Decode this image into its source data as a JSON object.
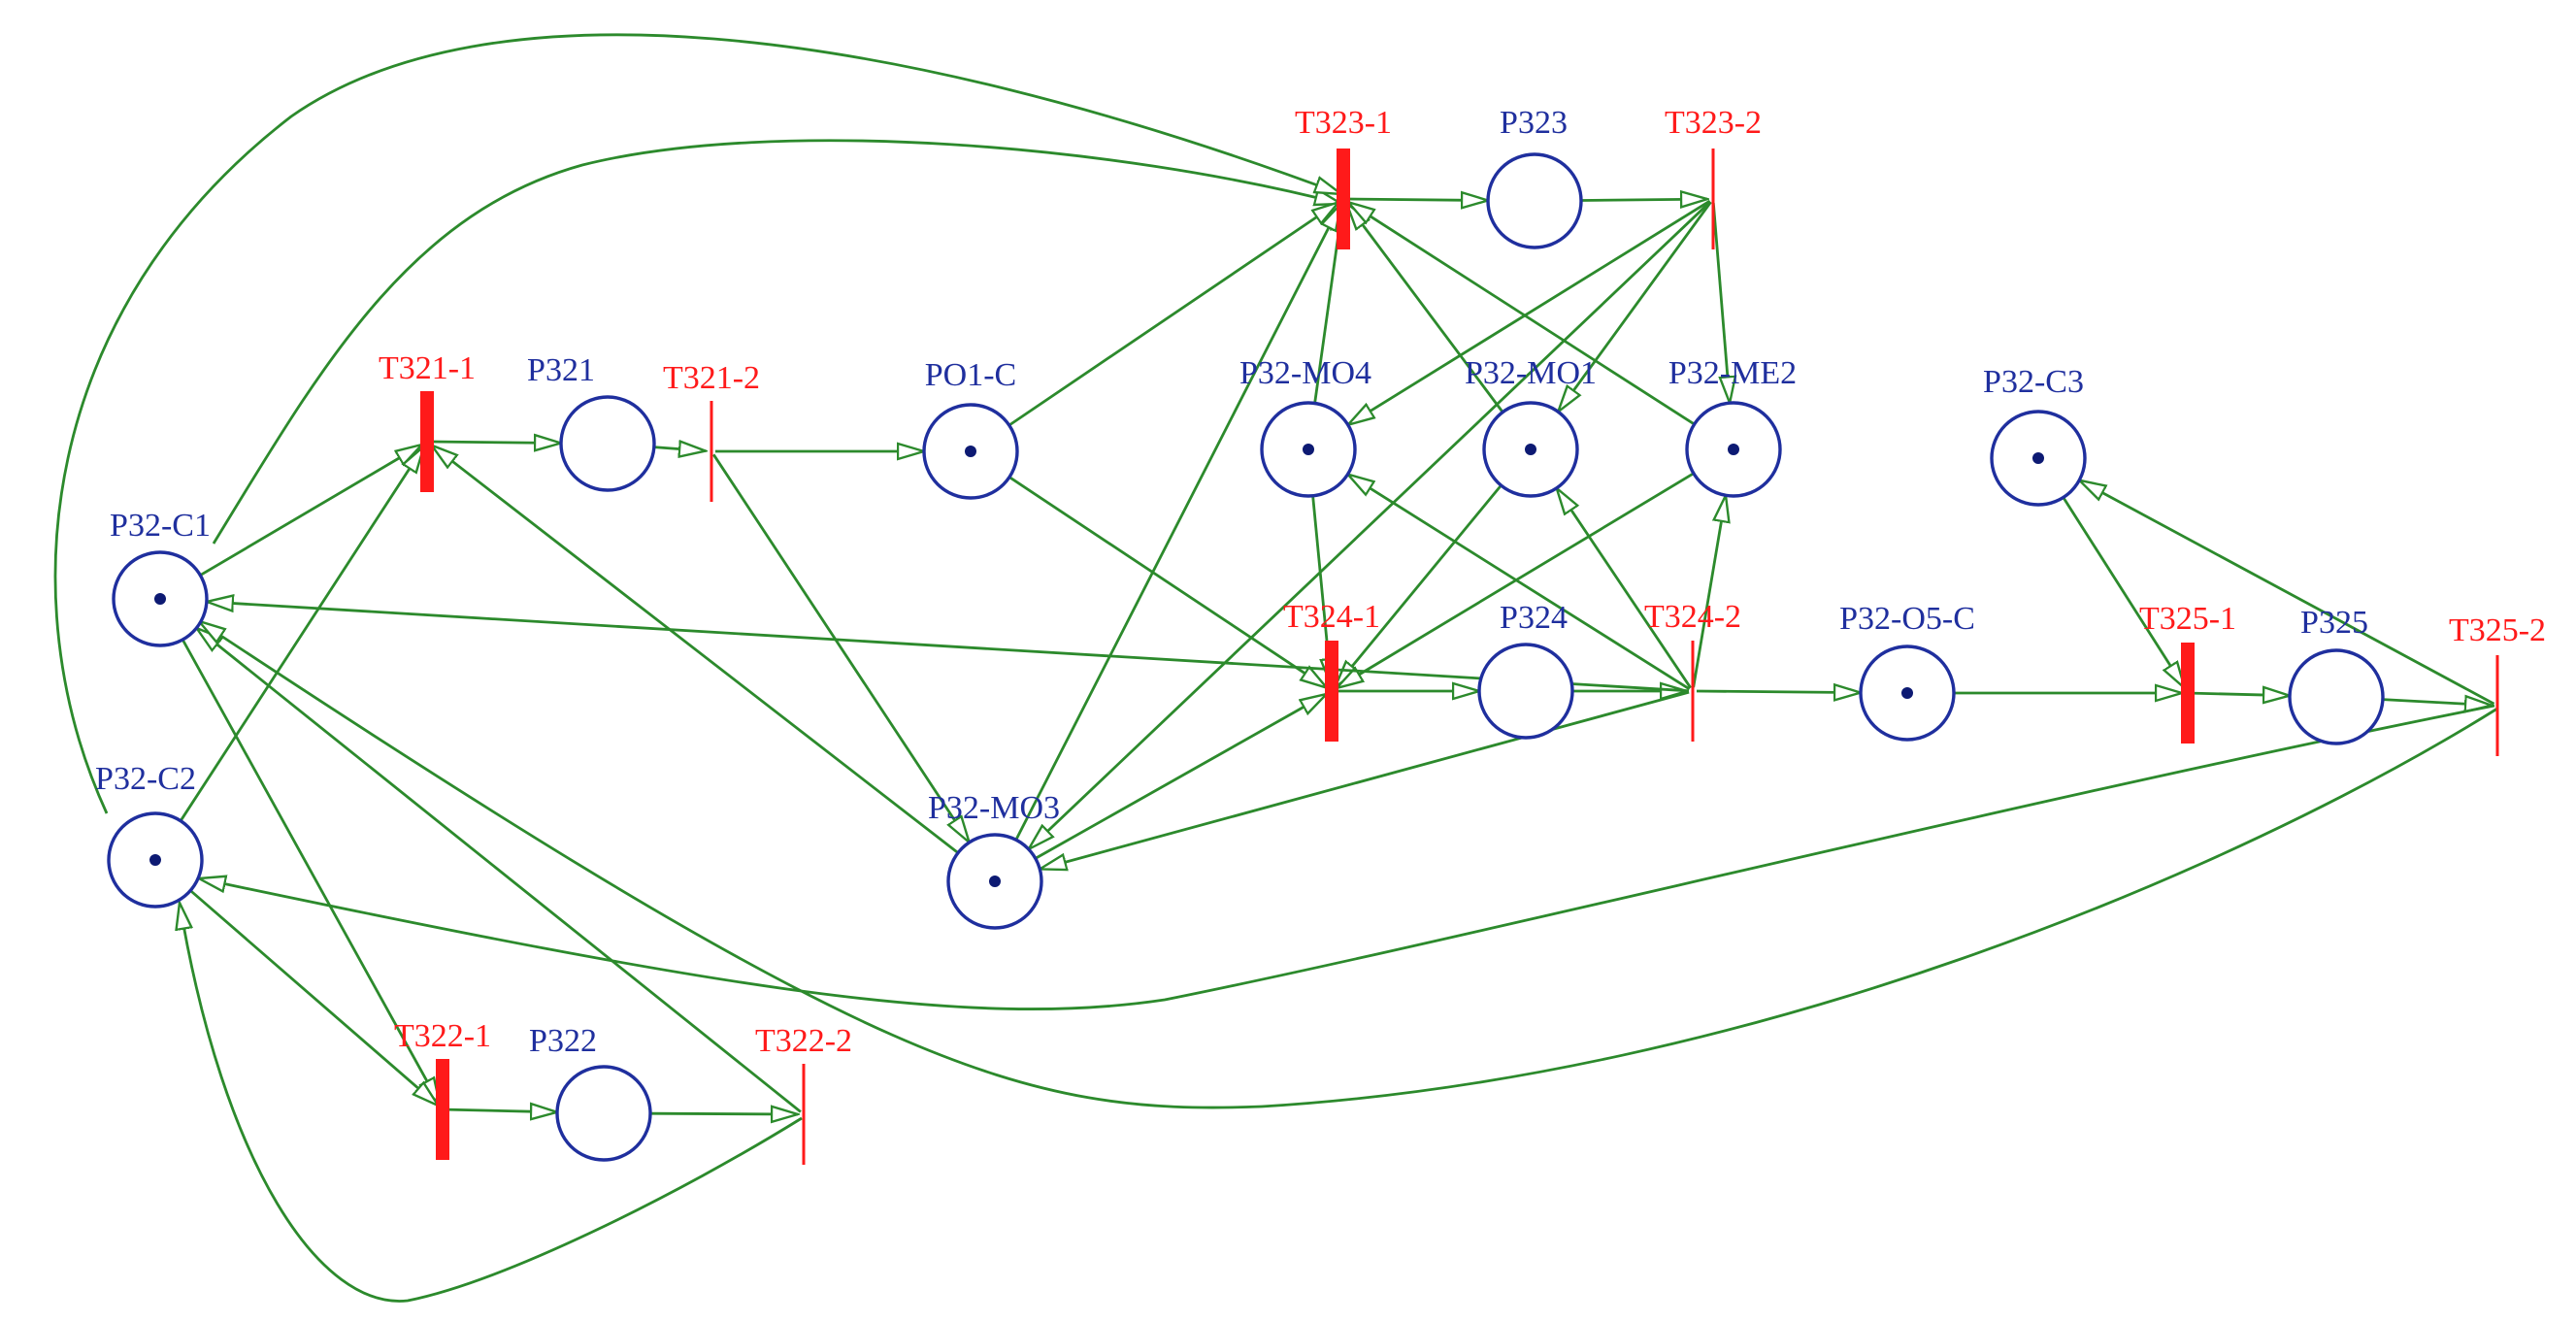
{
  "colors": {
    "place_stroke": "#1f2f9e",
    "token": "#0d1a73",
    "place_label": "#1f2f9e",
    "transition": "#ff1a1a",
    "arc": "#2c8a2c"
  },
  "places": [
    {
      "id": "P32-C1",
      "label": "P32-C1",
      "token": true
    },
    {
      "id": "P32-C2",
      "label": "P32-C2",
      "token": true
    },
    {
      "id": "P321",
      "label": "P321",
      "token": false
    },
    {
      "id": "P322",
      "label": "P322",
      "token": false
    },
    {
      "id": "PO1-C",
      "label": "PO1-C",
      "token": true
    },
    {
      "id": "P323",
      "label": "P323",
      "token": false
    },
    {
      "id": "P32-MO4",
      "label": "P32-MO4",
      "token": true
    },
    {
      "id": "P32-MO1",
      "label": "P32-MO1",
      "token": true
    },
    {
      "id": "P32-ME2",
      "label": "P32-ME2",
      "token": true
    },
    {
      "id": "P32-MO3",
      "label": "P32-MO3",
      "token": true
    },
    {
      "id": "P324",
      "label": "P324",
      "token": false
    },
    {
      "id": "P32-O5-C",
      "label": "P32-O5-C",
      "token": true
    },
    {
      "id": "P32-C3",
      "label": "P32-C3",
      "token": true
    },
    {
      "id": "P325",
      "label": "P325",
      "token": false
    }
  ],
  "transitions": [
    {
      "id": "T321-1",
      "label": "T321-1",
      "kind": "thick"
    },
    {
      "id": "T321-2",
      "label": "T321-2",
      "kind": "thin"
    },
    {
      "id": "T322-1",
      "label": "T322-1",
      "kind": "thick"
    },
    {
      "id": "T322-2",
      "label": "T322-2",
      "kind": "thin"
    },
    {
      "id": "T323-1",
      "label": "T323-1",
      "kind": "thick"
    },
    {
      "id": "T323-2",
      "label": "T323-2",
      "kind": "thin"
    },
    {
      "id": "T324-1",
      "label": "T324-1",
      "kind": "thick"
    },
    {
      "id": "T324-2",
      "label": "T324-2",
      "kind": "thin"
    },
    {
      "id": "T325-1",
      "label": "T325-1",
      "kind": "thick"
    },
    {
      "id": "T325-2",
      "label": "T325-2",
      "kind": "thin"
    }
  ],
  "arcs": [
    {
      "from": "P32-C1",
      "to": "T321-1"
    },
    {
      "from": "P32-C2",
      "to": "T321-1"
    },
    {
      "from": "P32-MO3",
      "to": "T321-1"
    },
    {
      "from": "T321-1",
      "to": "P321"
    },
    {
      "from": "P321",
      "to": "T321-2"
    },
    {
      "from": "T321-2",
      "to": "PO1-C"
    },
    {
      "from": "T321-2",
      "to": "P32-MO3"
    },
    {
      "from": "P32-C1",
      "to": "T322-1"
    },
    {
      "from": "P32-C2",
      "to": "T322-1"
    },
    {
      "from": "T322-1",
      "to": "P322"
    },
    {
      "from": "P322",
      "to": "T322-2"
    },
    {
      "from": "T322-2",
      "to": "P32-C1"
    },
    {
      "from": "T322-2",
      "to": "P32-C2"
    },
    {
      "from": "P32-C1",
      "to": "T323-1"
    },
    {
      "from": "P32-C2",
      "to": "T323-1"
    },
    {
      "from": "PO1-C",
      "to": "T323-1"
    },
    {
      "from": "P32-MO4",
      "to": "T323-1"
    },
    {
      "from": "P32-MO1",
      "to": "T323-1"
    },
    {
      "from": "P32-ME2",
      "to": "T323-1"
    },
    {
      "from": "P32-MO3",
      "to": "T323-1"
    },
    {
      "from": "T323-1",
      "to": "P323"
    },
    {
      "from": "P323",
      "to": "T323-2"
    },
    {
      "from": "T323-2",
      "to": "P32-MO4"
    },
    {
      "from": "T323-2",
      "to": "P32-MO1"
    },
    {
      "from": "T323-2",
      "to": "P32-ME2"
    },
    {
      "from": "T323-2",
      "to": "P32-MO3"
    },
    {
      "from": "PO1-C",
      "to": "T324-1"
    },
    {
      "from": "P32-MO4",
      "to": "T324-1"
    },
    {
      "from": "P32-MO1",
      "to": "T324-1"
    },
    {
      "from": "P32-ME2",
      "to": "T324-1"
    },
    {
      "from": "P32-MO3",
      "to": "T324-1"
    },
    {
      "from": "T324-1",
      "to": "P324"
    },
    {
      "from": "P324",
      "to": "T324-2"
    },
    {
      "from": "T324-2",
      "to": "P32-MO4"
    },
    {
      "from": "T324-2",
      "to": "P32-MO1"
    },
    {
      "from": "T324-2",
      "to": "P32-ME2"
    },
    {
      "from": "T324-2",
      "to": "P32-MO3"
    },
    {
      "from": "T324-2",
      "to": "P32-C1"
    },
    {
      "from": "T324-2",
      "to": "P32-O5-C"
    },
    {
      "from": "P32-O5-C",
      "to": "T325-1"
    },
    {
      "from": "P32-C3",
      "to": "T325-1"
    },
    {
      "from": "T325-1",
      "to": "P325"
    },
    {
      "from": "P325",
      "to": "T325-2"
    },
    {
      "from": "T325-2",
      "to": "P32-C3"
    },
    {
      "from": "T325-2",
      "to": "P32-C2"
    },
    {
      "from": "T325-2",
      "to": "P32-C1"
    }
  ]
}
